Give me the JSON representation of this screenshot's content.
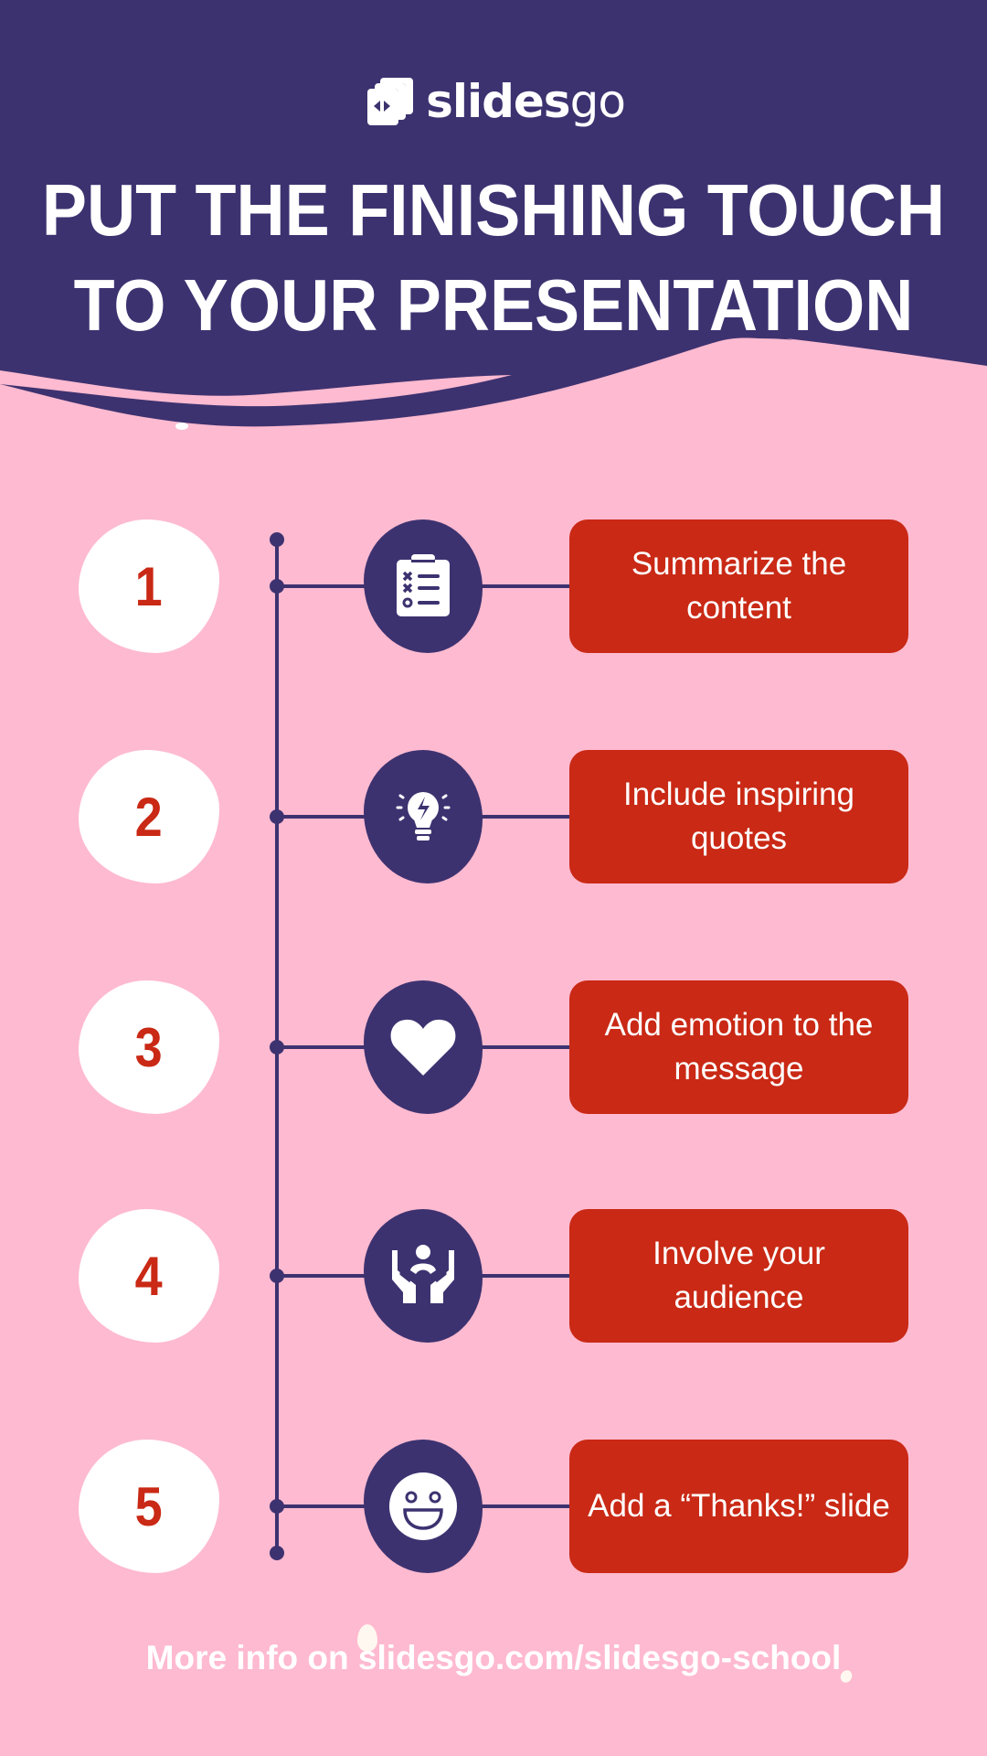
{
  "brand": {
    "logo_bold": "slides",
    "logo_light": "go",
    "logo_icon": "slidesgo-logo-icon"
  },
  "header": {
    "title_line1": "PUT THE FINISHING TOUCH",
    "title_line2": "TO YOUR PRESENTATION"
  },
  "colors": {
    "header_bg": "#3D3270",
    "page_bg": "#FEBAD0",
    "accent_red": "#C92915",
    "white": "#FFFFFF"
  },
  "steps": [
    {
      "number": "1",
      "icon": "clipboard-checklist-icon",
      "label": "Summarize the content"
    },
    {
      "number": "2",
      "icon": "lightbulb-idea-icon",
      "label": "Include inspiring quotes"
    },
    {
      "number": "3",
      "icon": "heart-icon",
      "label": "Add emotion to the message"
    },
    {
      "number": "4",
      "icon": "hands-person-icon",
      "label": "Involve your audience"
    },
    {
      "number": "5",
      "icon": "smiley-face-icon",
      "label": "Add a “Thanks!” slide"
    }
  ],
  "footer": {
    "text": "More info on slidesgo.com/slidesgo-school"
  }
}
